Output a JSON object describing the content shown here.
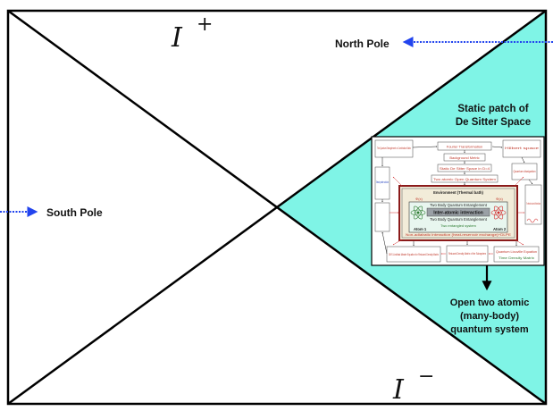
{
  "diagram": {
    "scri_plus": "I",
    "scri_plus_sup": "+",
    "scri_minus": "I",
    "scri_minus_sup": "−",
    "north_pole": "North Pole",
    "south_pole": "South Pole",
    "static_patch_line1": "Static patch of",
    "static_patch_line2": "De Sitter Space",
    "open_system_line1": "Open two atomic",
    "open_system_line2": "(many-body)",
    "open_system_line3": "quantum system",
    "colors": {
      "static_patch_fill": "#7ff4e6",
      "arrow_blue": "#2244ee",
      "inset_red": "#d32f2f",
      "inset_green": "#2e7d32"
    }
  },
  "inset": {
    "env_label": "Environment (Thermal bath)",
    "phi_left": "Φ(x)",
    "phi_right": "Φ(x)",
    "entanglement_top": "Two Body Quantum Entanglement",
    "entanglement_bottom": "Two Body Quantum Entanglement",
    "inter_atomic": "Inter-atomic interaction",
    "two_entangled": "Two entangled system",
    "atom1": "Atom 1",
    "atom2": "Atom 2",
    "two_atomic_open": "Two atomic Open Quantum System",
    "static_ds": "Static De Sitter Space in D=4",
    "background_metric": "Background Metric",
    "fourier": "Fourier Transformation",
    "quantum_entanglement_matrix": "The Quantum Entanglement or Combination Matrix",
    "non_adiabatic": "Non-adiabatic interaction (heat-reservoir exchange)+DLPE",
    "gks": "GKS Lindblad Master Equation for Reduced Density Matrix",
    "reduced_density": "Reduced Density Matrix of the Subsystem",
    "quantum_liouville": "Quantum Liouville Equation",
    "time_density": "Time Density Matrix",
    "hilbert": "Hilbert space",
    "quantum_dissip": "Quantum dissipation",
    "effective": "The effective Lamb shift Hamiltonian",
    "final": "Steady state solution"
  }
}
